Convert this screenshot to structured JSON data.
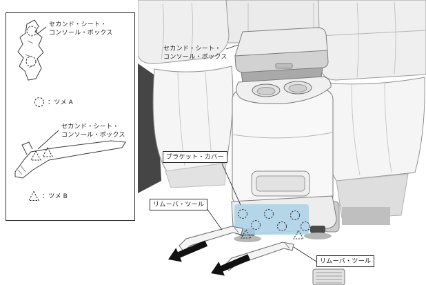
{
  "colors": {
    "clip_highlight": "#aed3e8",
    "arrow": "#111111"
  },
  "legend": {
    "part_label_top": "セカンド・シート・\nコンソール・ボックス",
    "clip_a_label": "：ツメ A",
    "part_label_bottom": "セカンド・シート・\nコンソール・ボックス",
    "clip_b_label": "：ツメ B"
  },
  "illustration": {
    "console_box_label": "セカンド・シート・\nコンソール・ボックス",
    "bracket_cover_label": "ブラケット・カバー",
    "remover_tool_label_left": "リムーバ・ツール",
    "remover_tool_label_right": "リムーバ・ツール"
  }
}
